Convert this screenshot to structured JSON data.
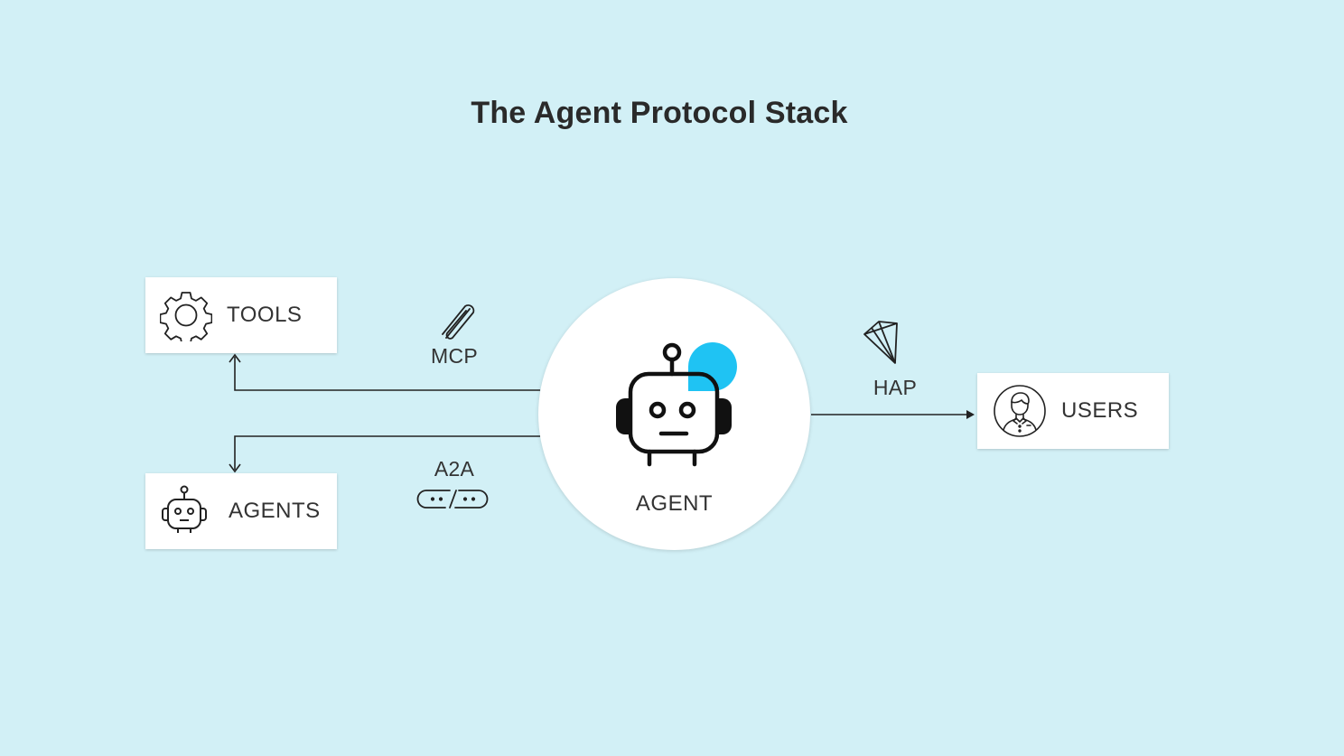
{
  "title": "The Agent Protocol Stack",
  "nodes": {
    "tools": {
      "label": "TOOLS",
      "icon": "gear-icon"
    },
    "agents": {
      "label": "AGENTS",
      "icon": "robot-icon"
    },
    "agent": {
      "label": "AGENT",
      "icon": "robot-with-speech-bubble-icon"
    },
    "users": {
      "label": "USERS",
      "icon": "user-avatar-icon"
    }
  },
  "protocols": {
    "mcp": {
      "label": "MCP",
      "icon": "paperclip-icon"
    },
    "a2a": {
      "label": "A2A",
      "icon": "link-icon"
    },
    "hap": {
      "label": "HAP",
      "icon": "kite-icon"
    }
  },
  "colors": {
    "background": "#d2f0f6",
    "accent": "#1fc3f3",
    "line": "#222222"
  }
}
